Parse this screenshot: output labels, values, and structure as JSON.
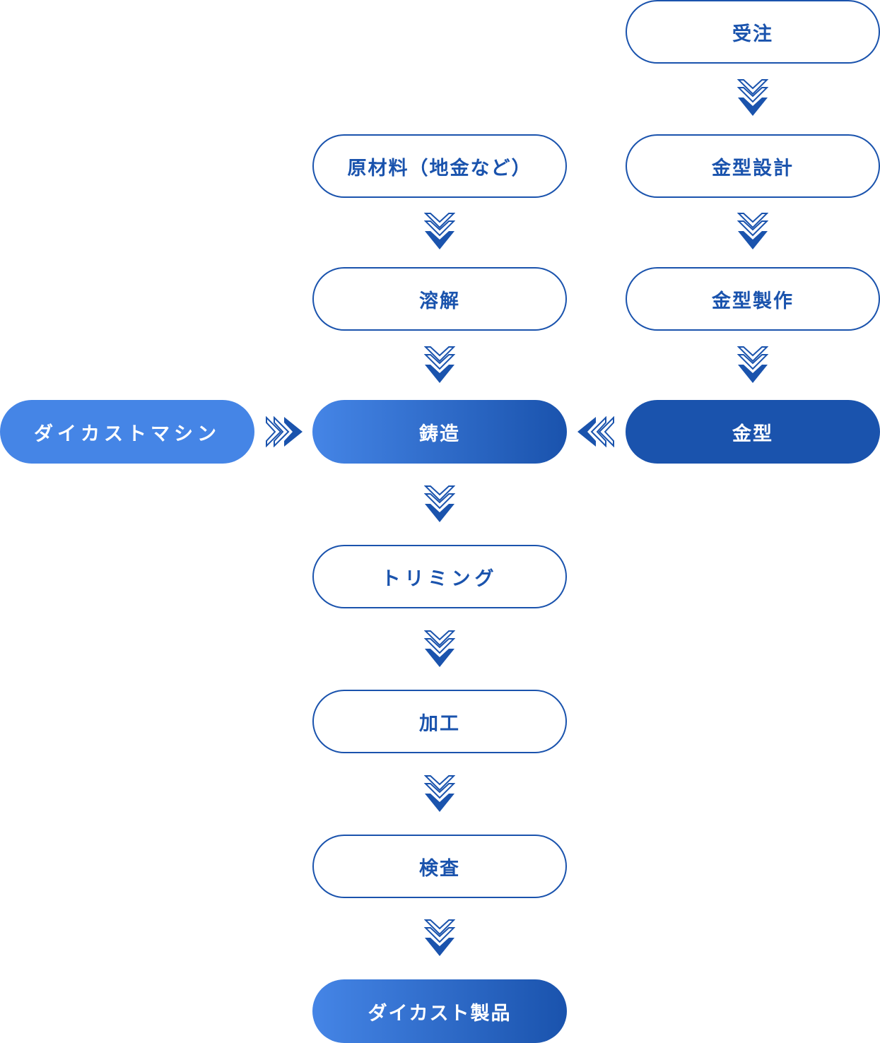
{
  "colors": {
    "outline": "#1a53ad",
    "dark": "#1a53ad",
    "light": "#4585e6",
    "text_dark": "#1a53ad",
    "text_light": "#ffffff"
  },
  "nodes": {
    "order": "受注",
    "die_design": "金型設計",
    "die_making": "金型製作",
    "die": "金型",
    "raw_material": "原材料（地金など）",
    "melting": "溶解",
    "casting": "鋳造",
    "die_cast_machine": "ダイカストマシン",
    "trimming": "トリミング",
    "machining": "加工",
    "inspection": "検査",
    "product": "ダイカスト製品"
  },
  "arrow_icons": {
    "down": "double-chevron-down-icon",
    "right": "double-chevron-right-icon",
    "left": "double-chevron-left-icon"
  }
}
